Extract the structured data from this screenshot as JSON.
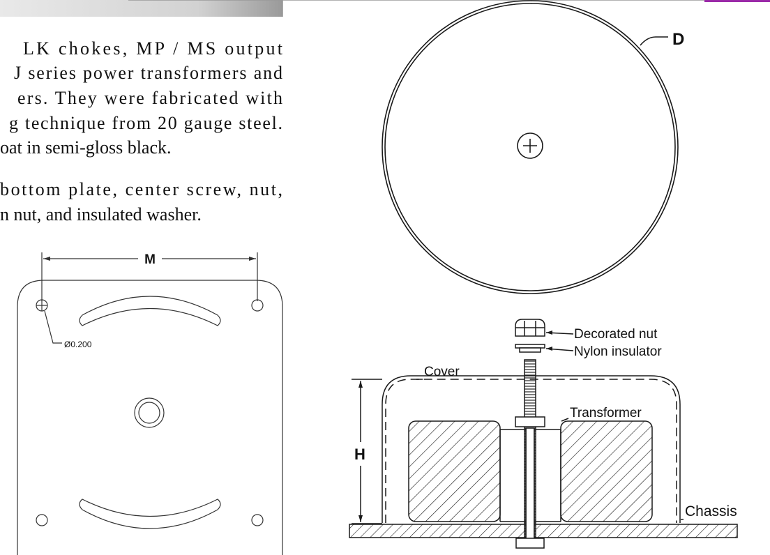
{
  "body_text": {
    "lines": [
      "LK chokes, MP / MS output",
      "J series power transformers and",
      "ers. They were fabricated with",
      "g technique from 20 gauge steel.",
      "oat in semi-gloss black.",
      "bottom plate, center screw, nut,",
      "n nut, and insulated washer."
    ]
  },
  "plate_diagram": {
    "dimension_label": "M",
    "hole_label": "Ø0.200"
  },
  "cover_top_view": {
    "dimension_label": "D"
  },
  "cross_section": {
    "height_label": "H",
    "labels": {
      "decorated_nut": "Decorated nut",
      "nylon_insulator": "Nylon insulator",
      "cover": "Cover",
      "transformer": "Transformer",
      "chassis": "Chassis"
    }
  },
  "colors": {
    "line": "#1a1a1a",
    "accent_tab": "#9b2aa8"
  }
}
